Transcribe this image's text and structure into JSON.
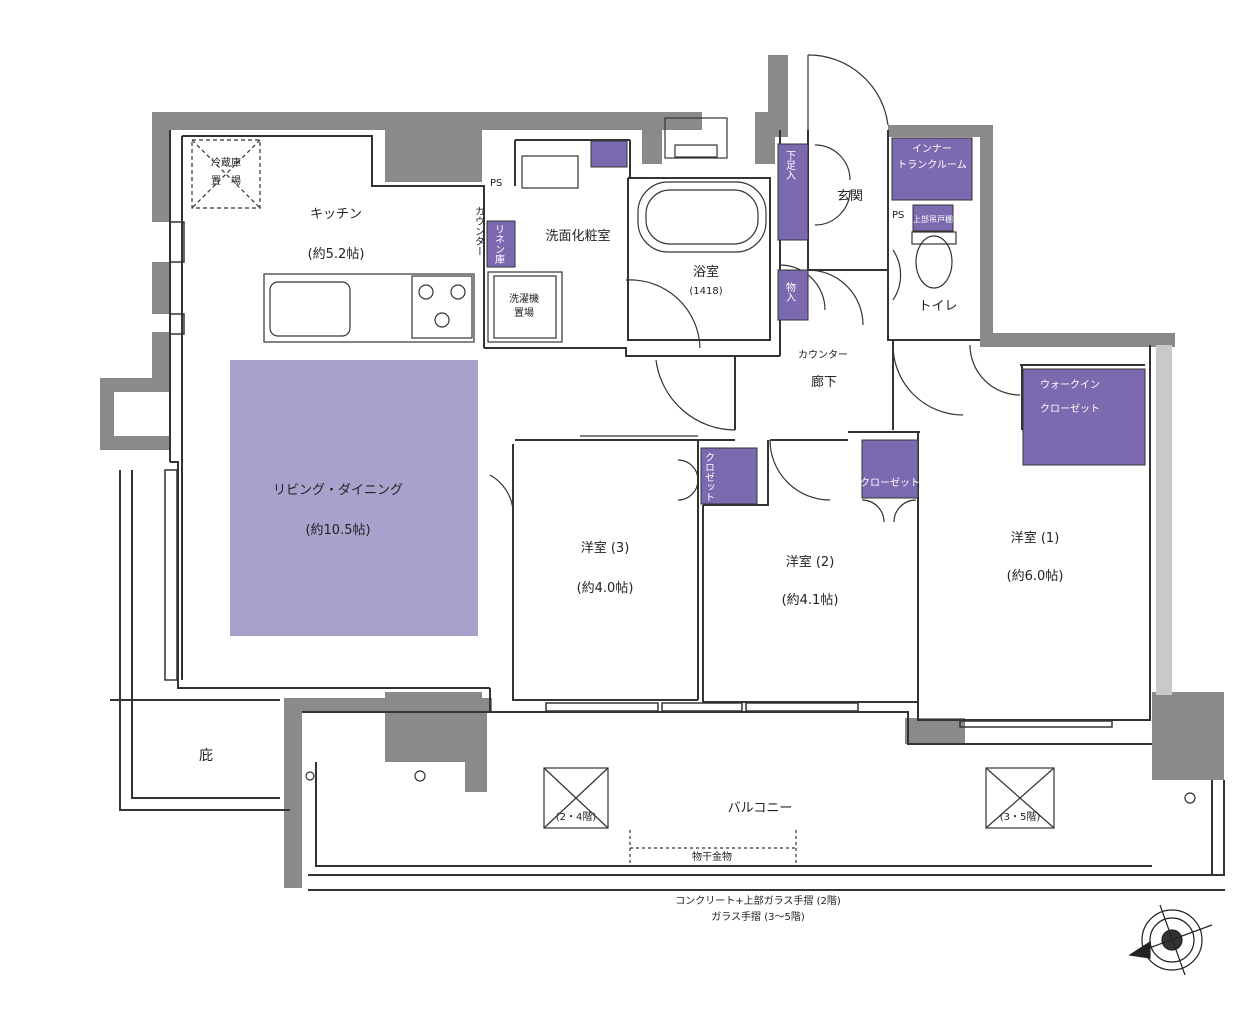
{
  "rooms": {
    "fridge": {
      "line1": "冷蔵庫",
      "line2": "置　場"
    },
    "kitchen": {
      "name": "キッチン",
      "size": "(約5.2帖)"
    },
    "counter_v": "カウンター",
    "ps_top": "PS",
    "linen": "リネン庫",
    "washroom": {
      "name": "洗面化粧室"
    },
    "washer": {
      "line1": "洗濯機",
      "line2": "置場"
    },
    "bath": {
      "name": "浴室",
      "size": "(1418)"
    },
    "entrance": {
      "name": "玄関"
    },
    "shoe": "下足入",
    "storage_in": "物入",
    "in_trunk": {
      "line1": "インナー",
      "line2": "トランクルーム"
    },
    "ps_toilet": "PS",
    "upper_shelf": "上部吊戸棚",
    "toilet": {
      "name": "トイレ"
    },
    "counter_h": "カウンター",
    "corridor": {
      "name": "廊下"
    },
    "walkin": {
      "line1": "ウォークイン",
      "line2": "クローゼット"
    },
    "living": {
      "name": "リビング・ダイニング",
      "size": "(約10.5帖)"
    },
    "closet3": "クロゼット",
    "closet2": "クローゼット",
    "room3": {
      "name": "洋室 (3)",
      "size": "(約4.0帖)"
    },
    "room2": {
      "name": "洋室 (2)",
      "size": "(約4.1帖)"
    },
    "room1": {
      "name": "洋室 (1)",
      "size": "(約6.0帖)"
    },
    "eave": "庇",
    "balcony": {
      "name": "バルコニー"
    },
    "hatch_left": "(2・4階)",
    "hatch_right": "(3・5階)",
    "drying": "物干金物",
    "handrail": {
      "line1": "コンクリート+上部ガラス手摺 (2階)",
      "line2": "ガラス手摺 (3〜5階)"
    }
  },
  "colors": {
    "wall": "#8a8a8a",
    "storage_fill": "#7b6ab0",
    "living_fill": "#a9a0cc",
    "line": "#333333"
  },
  "icons": [
    "compass-icon",
    "stove-icon",
    "bathtub-icon",
    "toilet-icon"
  ]
}
